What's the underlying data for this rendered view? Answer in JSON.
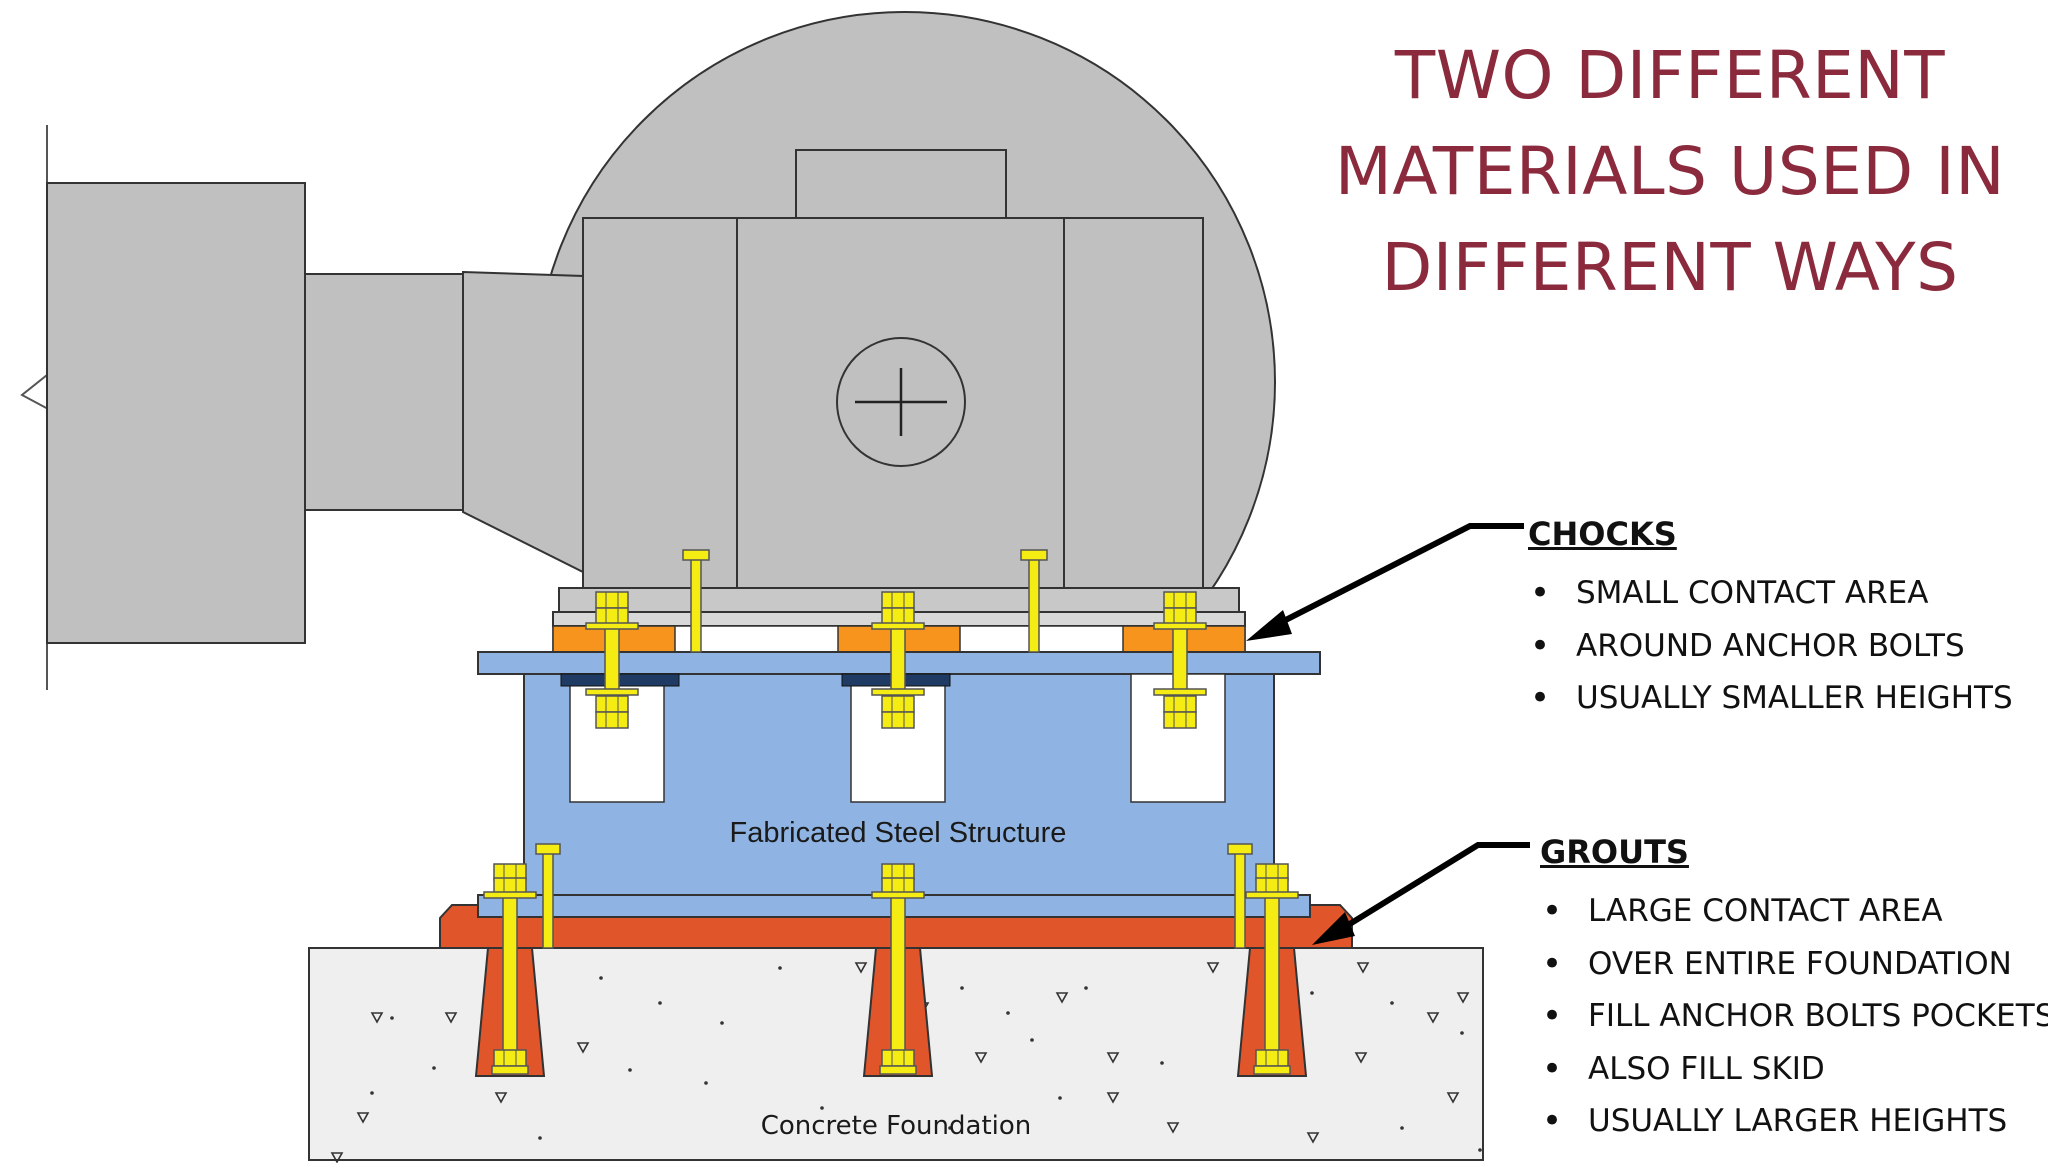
{
  "title": {
    "lines": [
      "TWO DIFFERENT",
      "MATERIALS USED IN",
      "DIFFERENT WAYS"
    ]
  },
  "labels": {
    "steel_structure": "Fabricated Steel Structure",
    "concrete_foundation": "Concrete Foundation"
  },
  "chocks": {
    "heading": "CHOCKS",
    "items": [
      "SMALL CONTACT AREA",
      "AROUND ANCHOR BOLTS",
      "USUALLY SMALLER HEIGHTS"
    ]
  },
  "grouts": {
    "heading": "GROUTS",
    "items": [
      "LARGE CONTACT AREA",
      "OVER ENTIRE FOUNDATION",
      "FILL ANCHOR BOLTS POCKETS",
      "ALSO FILL SKID",
      "USUALLY LARGER HEIGHTS"
    ]
  },
  "colors": {
    "title": "#8a2a3c",
    "machine": "#c0c0c0",
    "steel": "#8fb4e3",
    "chock": "#f7941d",
    "grout": "#e0552a",
    "bolt": "#f5ec14",
    "concrete": "#efefef"
  }
}
